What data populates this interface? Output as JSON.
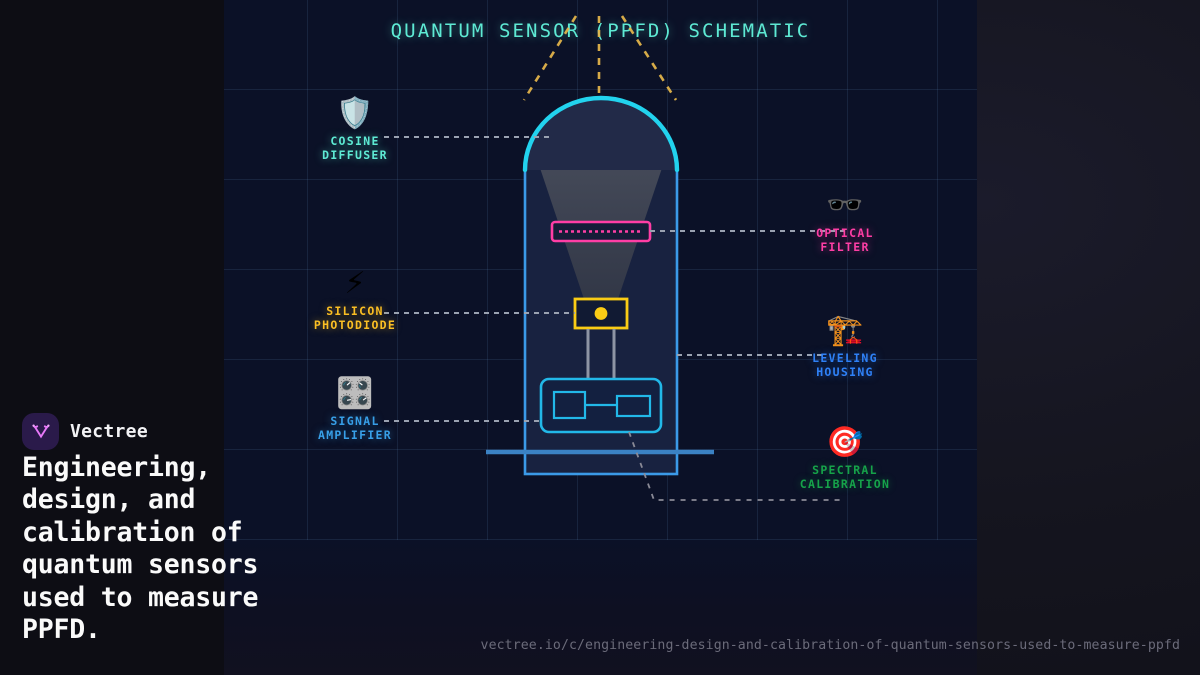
{
  "title": "QUANTUM SENSOR (PPFD) SCHEMATIC",
  "components": {
    "left": [
      {
        "icon": "shield-icon",
        "glyph": "🛡️",
        "label": "COSINE\nDIFFUSER",
        "color": "#5eead4"
      },
      {
        "icon": "lightning-bolt-icon",
        "glyph": "⚡",
        "label": "SILICON\nPHOTODIODE",
        "color": "#fbbf24"
      },
      {
        "icon": "control-knobs-icon",
        "glyph": "🎛️",
        "label": "SIGNAL\nAMPLIFIER",
        "color": "#38a0e8"
      }
    ],
    "right": [
      {
        "icon": "sunglasses-icon",
        "glyph": "🕶️",
        "label": "OPTICAL\nFILTER",
        "color": "#ff3ea5"
      },
      {
        "icon": "construction-crane-icon",
        "glyph": "🏗️",
        "label": "LEVELING\nHOUSING",
        "color": "#2f81f7"
      },
      {
        "icon": "dart-target-icon",
        "glyph": "🎯",
        "label": "SPECTRAL\nCALIBRATION",
        "color": "#16a34a"
      }
    ]
  },
  "diagram": {
    "dome_color": "#22d3ee",
    "body_color": "#3b9ae8",
    "filter_color": "#ff3ea5",
    "photodiode_color": "#facc15",
    "board_color": "#22b8e8",
    "base_color": "#3b82c4",
    "light_cone_color": "#3a3f4d",
    "connector_color": "#9aa2b1",
    "ray_color": "#e8b84b"
  },
  "brand": {
    "name": "Vectree",
    "logo_bg": "#2a1a4a",
    "logo_mark_color": "#e879f9"
  },
  "headline": "Engineering,\ndesign, and\ncalibration of\nquantum sensors\nused to measure\nPPFD.",
  "footer_url": "vectree.io/c/engineering-design-and-calibration-of-quantum-sensors-used-to-measure-ppfd",
  "colors": {
    "page_bg": "#0d0d14",
    "panel_bg": "#0b1127",
    "grid_line": "rgba(90,130,180,.17)",
    "accent_teal": "#5eead4",
    "text_primary": "#fafafa",
    "text_muted": "#6b6b7a"
  }
}
